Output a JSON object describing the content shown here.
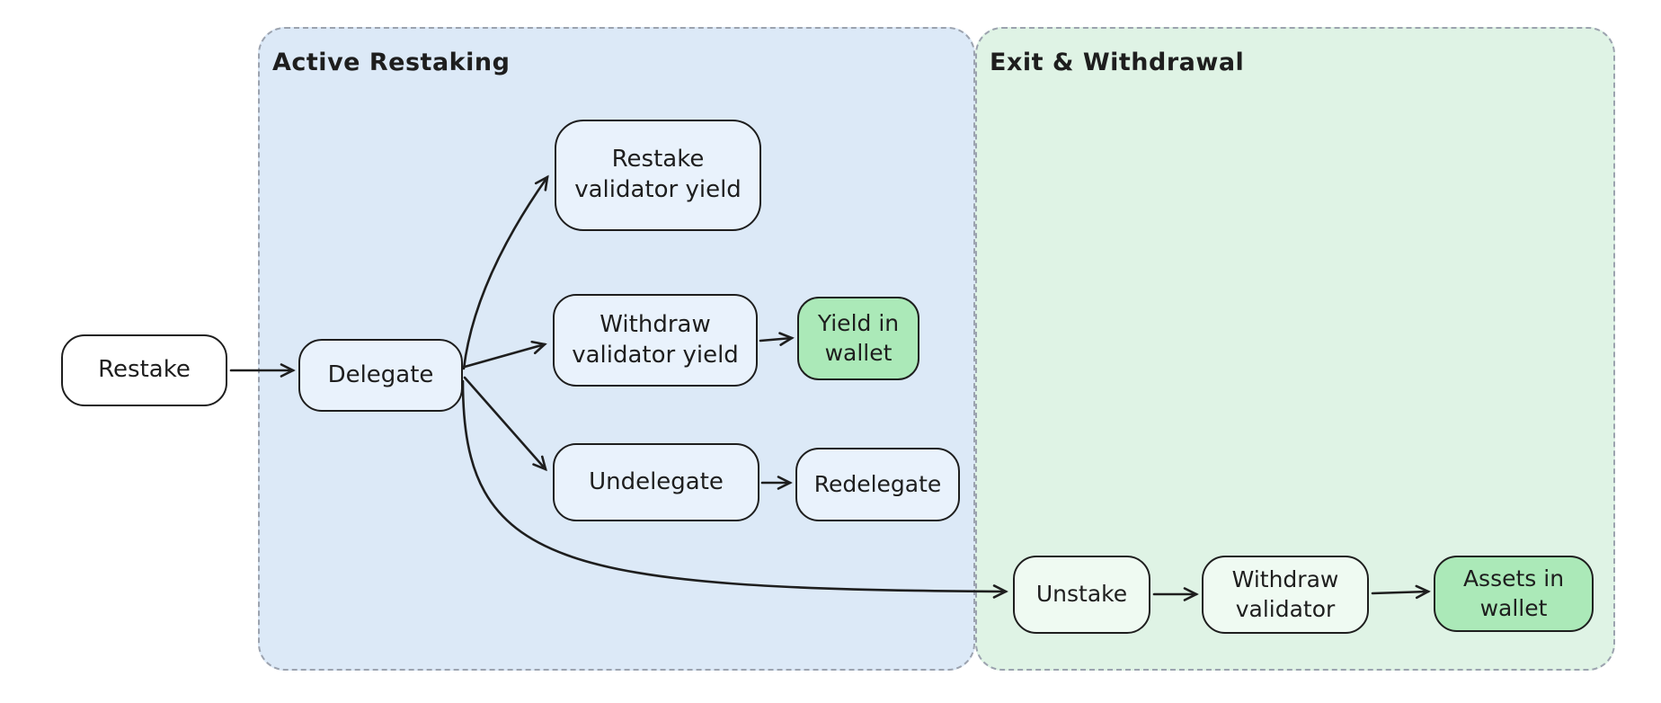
{
  "containers": {
    "active_restaking": {
      "label": "Active Restaking",
      "fill": "#dce9f7"
    },
    "exit_withdrawal": {
      "label": "Exit & Withdrawal",
      "fill": "#dff3e5"
    }
  },
  "nodes": {
    "restake": {
      "label": "Restake",
      "fill": "#ffffff"
    },
    "delegate": {
      "label": "Delegate",
      "fill": "#e9f2fc"
    },
    "restake_validator_yield": {
      "label": "Restake\nvalidator yield",
      "fill": "#e9f2fc"
    },
    "withdraw_validator_yield": {
      "label": "Withdraw\nvalidator yield",
      "fill": "#e9f2fc"
    },
    "yield_in_wallet": {
      "label": "Yield in\nwallet",
      "fill": "#abe9b8"
    },
    "undelegate": {
      "label": "Undelegate",
      "fill": "#e9f2fc"
    },
    "redelegate": {
      "label": "Redelegate",
      "fill": "#e9f2fc"
    },
    "unstake": {
      "label": "Unstake",
      "fill": "#effaf2"
    },
    "withdraw_validator": {
      "label": "Withdraw\nvalidator",
      "fill": "#effaf2"
    },
    "assets_in_wallet": {
      "label": "Assets in\nwallet",
      "fill": "#abe9b8"
    }
  },
  "edges": [
    {
      "from": "restake",
      "to": "delegate"
    },
    {
      "from": "delegate",
      "to": "restake_validator_yield"
    },
    {
      "from": "delegate",
      "to": "withdraw_validator_yield"
    },
    {
      "from": "delegate",
      "to": "undelegate"
    },
    {
      "from": "delegate",
      "to": "unstake"
    },
    {
      "from": "withdraw_validator_yield",
      "to": "yield_in_wallet"
    },
    {
      "from": "undelegate",
      "to": "redelegate"
    },
    {
      "from": "unstake",
      "to": "withdraw_validator"
    },
    {
      "from": "withdraw_validator",
      "to": "assets_in_wallet"
    }
  ],
  "colors": {
    "stroke": "#1e1e1e",
    "text": "#1e1e1e",
    "container_border": "#9ca3af",
    "accent_green": "#abe9b8",
    "blue_section": "#dce9f7",
    "green_section": "#dff3e5"
  }
}
